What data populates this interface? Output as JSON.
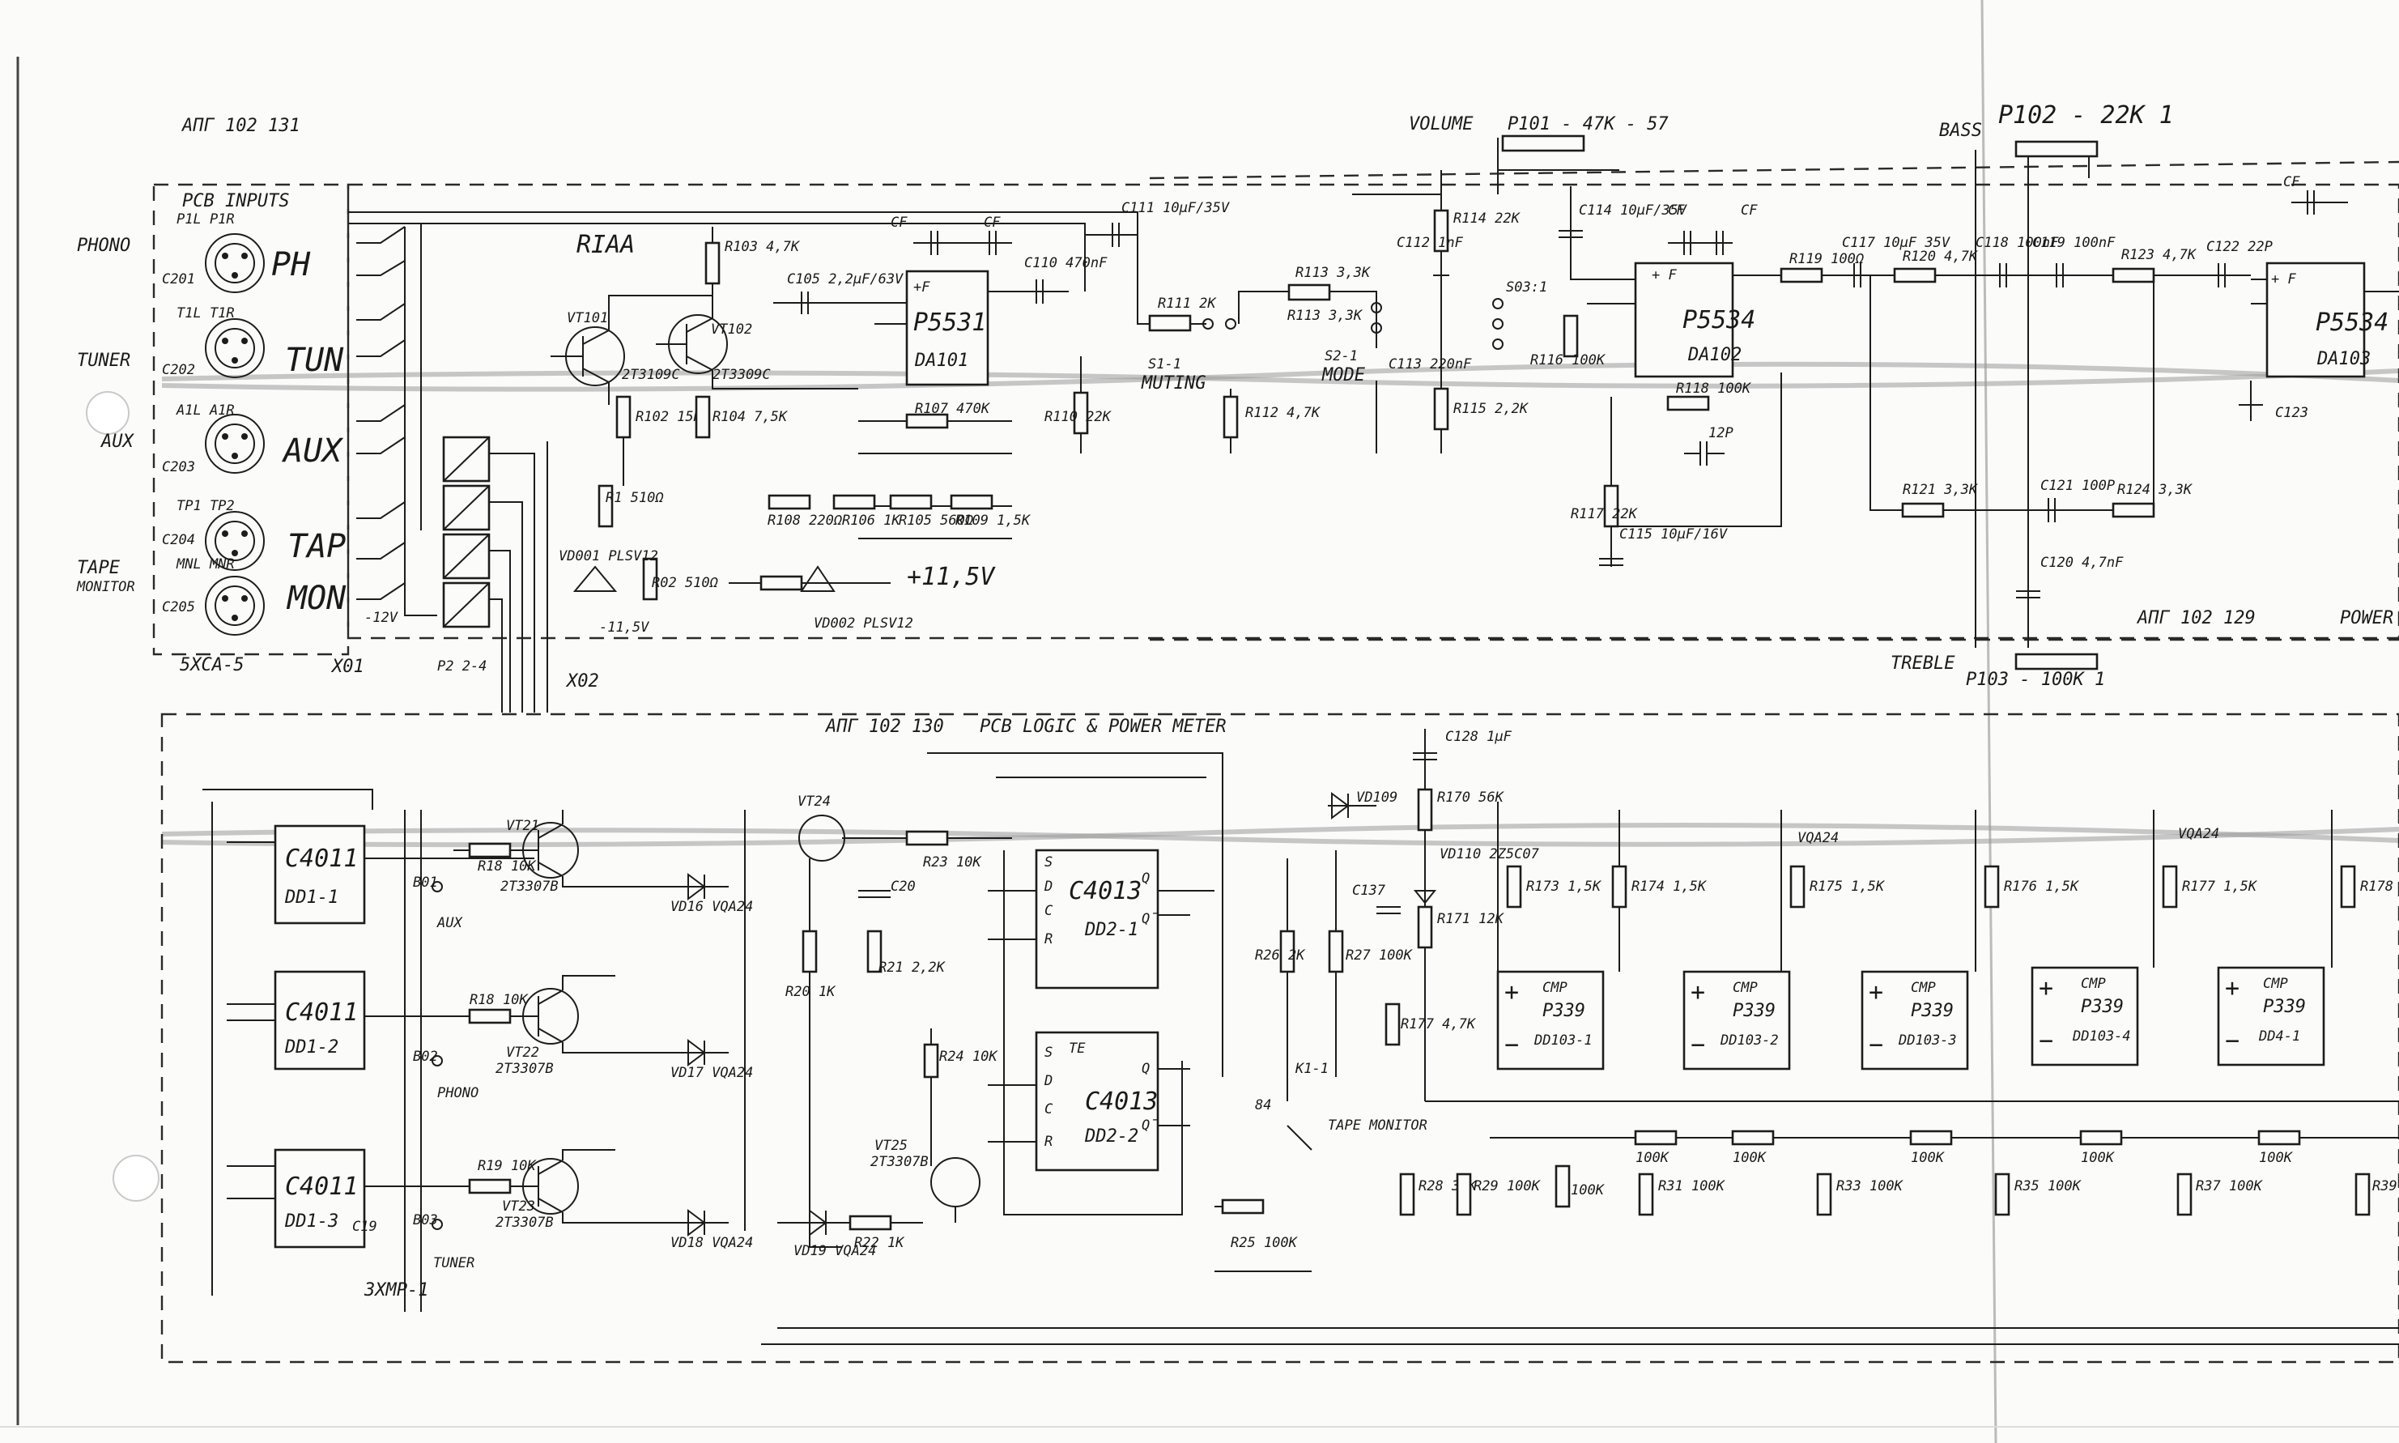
{
  "header": {
    "pcb_inputs_code": "ΑΠΓ 102 131",
    "pcb_inputs": "PCB INPUTS",
    "riaa": "RIAA",
    "volume": "VOLUME",
    "volume_pot": "P101 - 47K - 57",
    "bass": "BASS",
    "bass_pot": "P102 - 22K 1",
    "treble": "TREBLE",
    "treble_pot": "P103 - 100K 1",
    "tone_board": "ΑΠΓ 102 129",
    "power": "POWER",
    "logic_board": "ΑΠΓ 102 130",
    "logic_title": "PCB LOGIC & POWER METER"
  },
  "inputs": [
    {
      "side": "PHONO",
      "letters": "PH",
      "conn": "C201",
      "pins": "P1L  P1R"
    },
    {
      "side": "TUNER",
      "letters": "TUN",
      "conn": "C202",
      "pins": "T1L  T1R"
    },
    {
      "side": "AUX",
      "letters": "AUX",
      "conn": "C203",
      "pins": "A1L  A1R"
    },
    {
      "side": "TAPE",
      "letters": "TAP",
      "conn": "C204",
      "pins": "TP1  TP2"
    },
    {
      "side": "MONITOR",
      "letters": "MON",
      "conn": "C205",
      "pins": "MNL  MNR"
    }
  ],
  "misc": {
    "socket": "5ХСА-5",
    "x01": "X01",
    "x02": "X02",
    "minus12": "-12V",
    "plus115": "+11,5V",
    "minus115": "-11,5V",
    "rp": "P2 2-4",
    "muting": "MUTING",
    "mode": "MODE",
    "s1": "S1-1",
    "s2": "S2-1",
    "s03": "S03:1",
    "tape_monitor": "TAPE MONITOR",
    "relay": "K1-1",
    "relay_pin": "84",
    "tuner": "TUNER",
    "phono": "PHONO",
    "aux": "AUX",
    "zhmr": "3ХМР-1",
    "b01": "B01",
    "b02": "B02",
    "b03": "B03"
  },
  "transistors": [
    {
      "ref": "VT101",
      "type": "2T3109C"
    },
    {
      "ref": "VT102",
      "type": "2T3309C"
    },
    {
      "ref": "VT21",
      "type": "2T3307B"
    },
    {
      "ref": "VT22",
      "type": "2T3307B"
    },
    {
      "ref": "VT23",
      "type": "2T3307B"
    },
    {
      "ref": "VT24",
      "type": ""
    },
    {
      "ref": "VT25",
      "type": "2T3307B"
    }
  ],
  "opamps": [
    {
      "ref": "DA101",
      "type": "P5531"
    },
    {
      "ref": "DA102",
      "type": "P5534"
    },
    {
      "ref": "DA103",
      "type": "P5534"
    }
  ],
  "logic_ics": [
    {
      "ref": "DD1-1",
      "type": "C4011"
    },
    {
      "ref": "DD1-2",
      "type": "C4011"
    },
    {
      "ref": "DD1-3",
      "type": "C4011"
    },
    {
      "ref": "DD2-1",
      "type": "C4013"
    },
    {
      "ref": "DD2-2",
      "type": "C4013"
    }
  ],
  "comparators": [
    {
      "ref": "DD103-1",
      "type": "P339",
      "label": "CMP"
    },
    {
      "ref": "DD103-2",
      "type": "P339",
      "label": "CMP"
    },
    {
      "ref": "DD103-3",
      "type": "P339",
      "label": "CMP"
    },
    {
      "ref": "DD103-4",
      "type": "P339",
      "label": "CMP"
    },
    {
      "ref": "DD4-1",
      "type": "P339",
      "label": "CMP"
    }
  ],
  "parts": {
    "r103": "R103 4,7K",
    "r102": "R102 15K",
    "r104": "R104 7,5K",
    "r1": "R1 510Ω",
    "r2": "R02 510Ω",
    "r107": "R107 470K",
    "r108": "R108 220Ω",
    "r106": "R106 1K",
    "r105": "R105 560Ω",
    "r109": "R109 1,5K",
    "r110": "R110 22K",
    "r111": "R111 2K",
    "r112": "R112 4,7K",
    "r113": "R113 3,3K",
    "r114": "R114 22K",
    "r115": "R115 2,2K",
    "r116": "R116 100K",
    "r117": "R117 22K",
    "r118": "R118 100K",
    "r119": "R119 100Ω",
    "r120": "R120 4,7K",
    "r121": "R121 3,3K",
    "r123": "R123 4,7K",
    "r124": "R124 3,3K",
    "c105": "C105 2,2µF/63V",
    "c110": "C110 470nF",
    "c111": "C111 10µF/35V",
    "c112": "C112 1nF",
    "c113": "C113 220nF",
    "c114": "C114 10µF/35V",
    "c115": "C115 10µF/16V",
    "c116": "12P",
    "c117": "C117 10µF 35V",
    "c118": "C118 100nF",
    "c119": "C119 100nF",
    "c120": "C120 4,7nF",
    "c121": "C121 100P",
    "c122": "C122 22P",
    "c123": "C123",
    "cf": "CF",
    "r18": "R18 10K",
    "r19": "R19 10K",
    "r20": "R20 1K",
    "r21": "R21 2,2K",
    "r22": "R22 1K",
    "r23": "R23 10K",
    "r24": "R24 10K",
    "r25": "R25 100K",
    "r26": "R26 2K",
    "r27": "R27 100K",
    "c20": "C20",
    "c19": "C19",
    "c128": "C128 1µF",
    "c137": "C137",
    "r170": "R170 56K",
    "r171": "R171 12K",
    "r177a": "R177 4,7K",
    "r173": "R173 1,5K",
    "r174": "R174 1,5K",
    "r175": "R175 1,5K",
    "r176": "R176 1,5K",
    "r177": "R177 1,5K",
    "r178": "R178 1,5K",
    "r28": "R28 33K",
    "r29": "R29 100K",
    "r31": "R31 100K",
    "r33": "R33 100K",
    "r35": "R35 100K",
    "r37": "R37 100K",
    "r39": "R39",
    "r30": "100K",
    "r32": "100K",
    "r34": "100K",
    "r36": "100K",
    "r38": "100K",
    "vd16": "VD16 VQA24",
    "vd17": "VD17 VQA24",
    "vd18": "VD18 VQA24",
    "vd19": "VD19 VQA24",
    "vd109": "VD109",
    "vd110": "VD110 2Z5C07",
    "vd001": "VD001 PLSV12",
    "vd002": "VD002 PLSV12",
    "vqa": "VQA24"
  }
}
